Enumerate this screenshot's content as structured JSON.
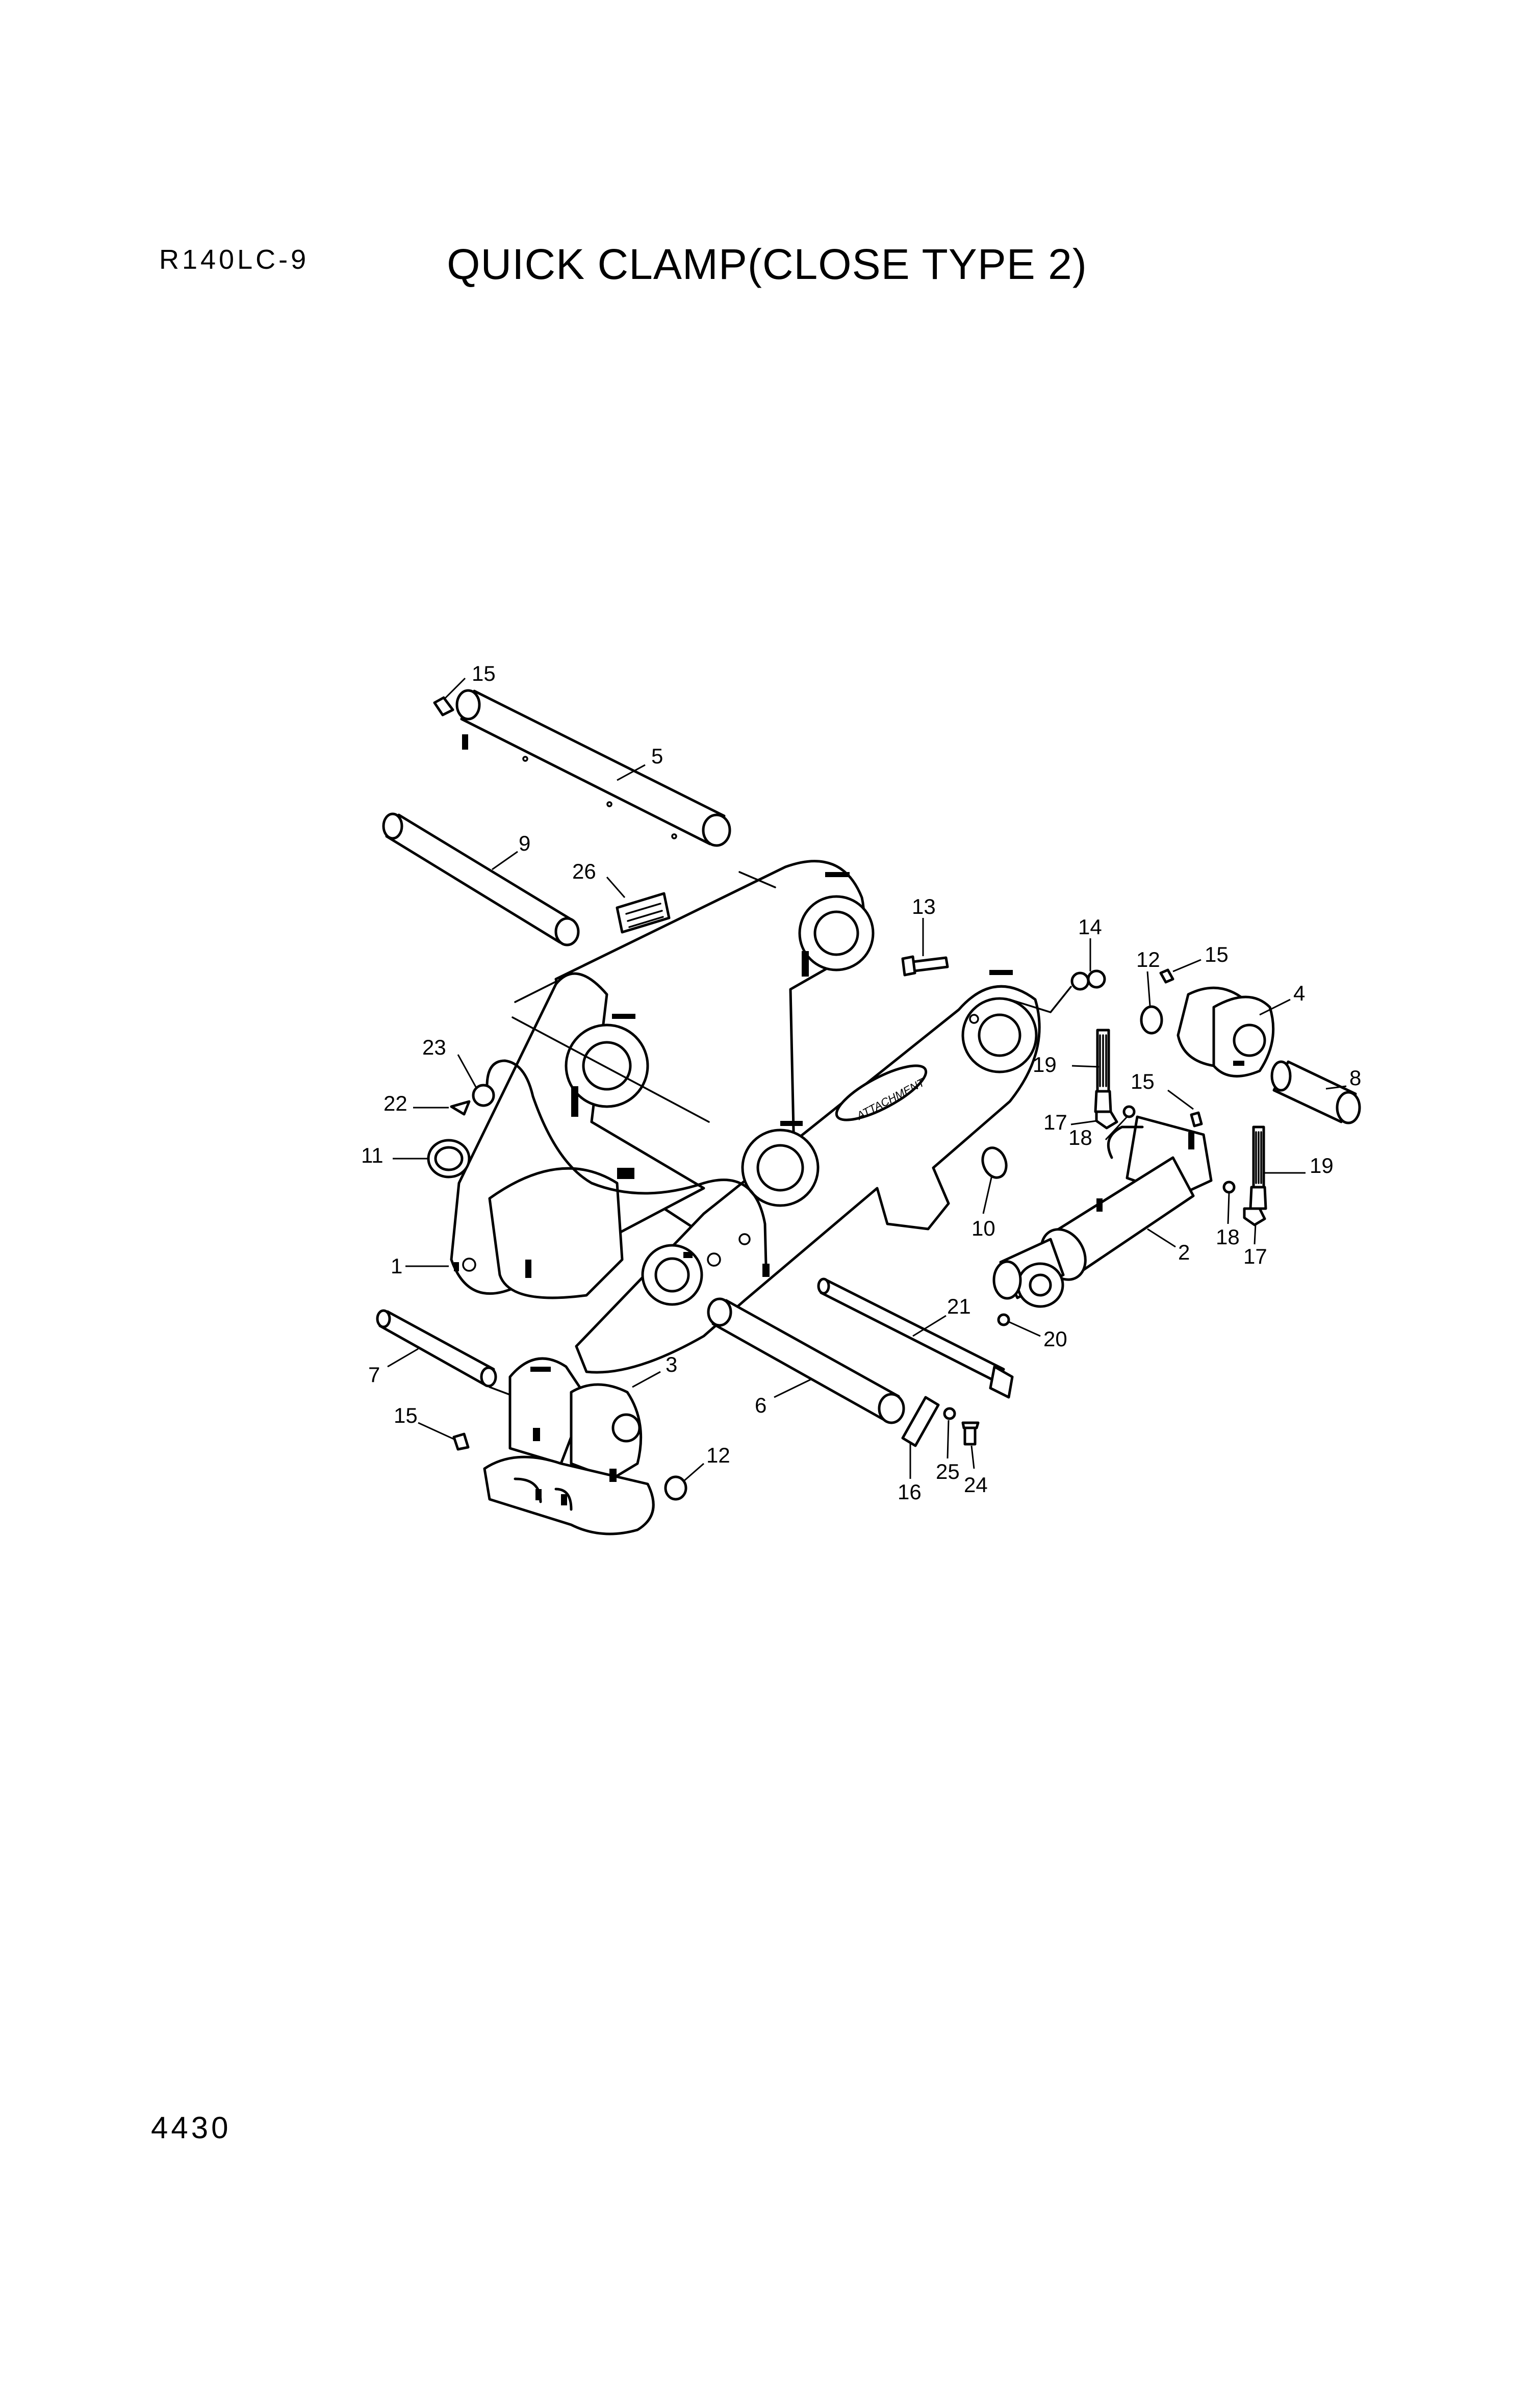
{
  "header": {
    "model": "R140LC-9",
    "title": "QUICK CLAMP(CLOSE TYPE 2)"
  },
  "footer": {
    "page_number": "4430"
  },
  "diagram": {
    "logo_text": "ATTACHMENT",
    "callouts": [
      {
        "id": "c15a",
        "label": "15"
      },
      {
        "id": "c5",
        "label": "5"
      },
      {
        "id": "c9",
        "label": "9"
      },
      {
        "id": "c26",
        "label": "26"
      },
      {
        "id": "c13",
        "label": "13"
      },
      {
        "id": "c14",
        "label": "14"
      },
      {
        "id": "c12a",
        "label": "12"
      },
      {
        "id": "c15b",
        "label": "15"
      },
      {
        "id": "c4",
        "label": "4"
      },
      {
        "id": "c8",
        "label": "8"
      },
      {
        "id": "c23",
        "label": "23"
      },
      {
        "id": "c19a",
        "label": "19"
      },
      {
        "id": "c15c",
        "label": "15"
      },
      {
        "id": "c22",
        "label": "22"
      },
      {
        "id": "c17a",
        "label": "17"
      },
      {
        "id": "c18a",
        "label": "18"
      },
      {
        "id": "c11",
        "label": "11"
      },
      {
        "id": "c19b",
        "label": "19"
      },
      {
        "id": "c10",
        "label": "10"
      },
      {
        "id": "c18b",
        "label": "18"
      },
      {
        "id": "c17b",
        "label": "17"
      },
      {
        "id": "c2",
        "label": "2"
      },
      {
        "id": "c1",
        "label": "1"
      },
      {
        "id": "c21",
        "label": "21"
      },
      {
        "id": "c20",
        "label": "20"
      },
      {
        "id": "c3",
        "label": "3"
      },
      {
        "id": "c7",
        "label": "7"
      },
      {
        "id": "c6",
        "label": "6"
      },
      {
        "id": "c15d",
        "label": "15"
      },
      {
        "id": "c12b",
        "label": "12"
      },
      {
        "id": "c25",
        "label": "25"
      },
      {
        "id": "c24",
        "label": "24"
      },
      {
        "id": "c16",
        "label": "16"
      }
    ]
  }
}
